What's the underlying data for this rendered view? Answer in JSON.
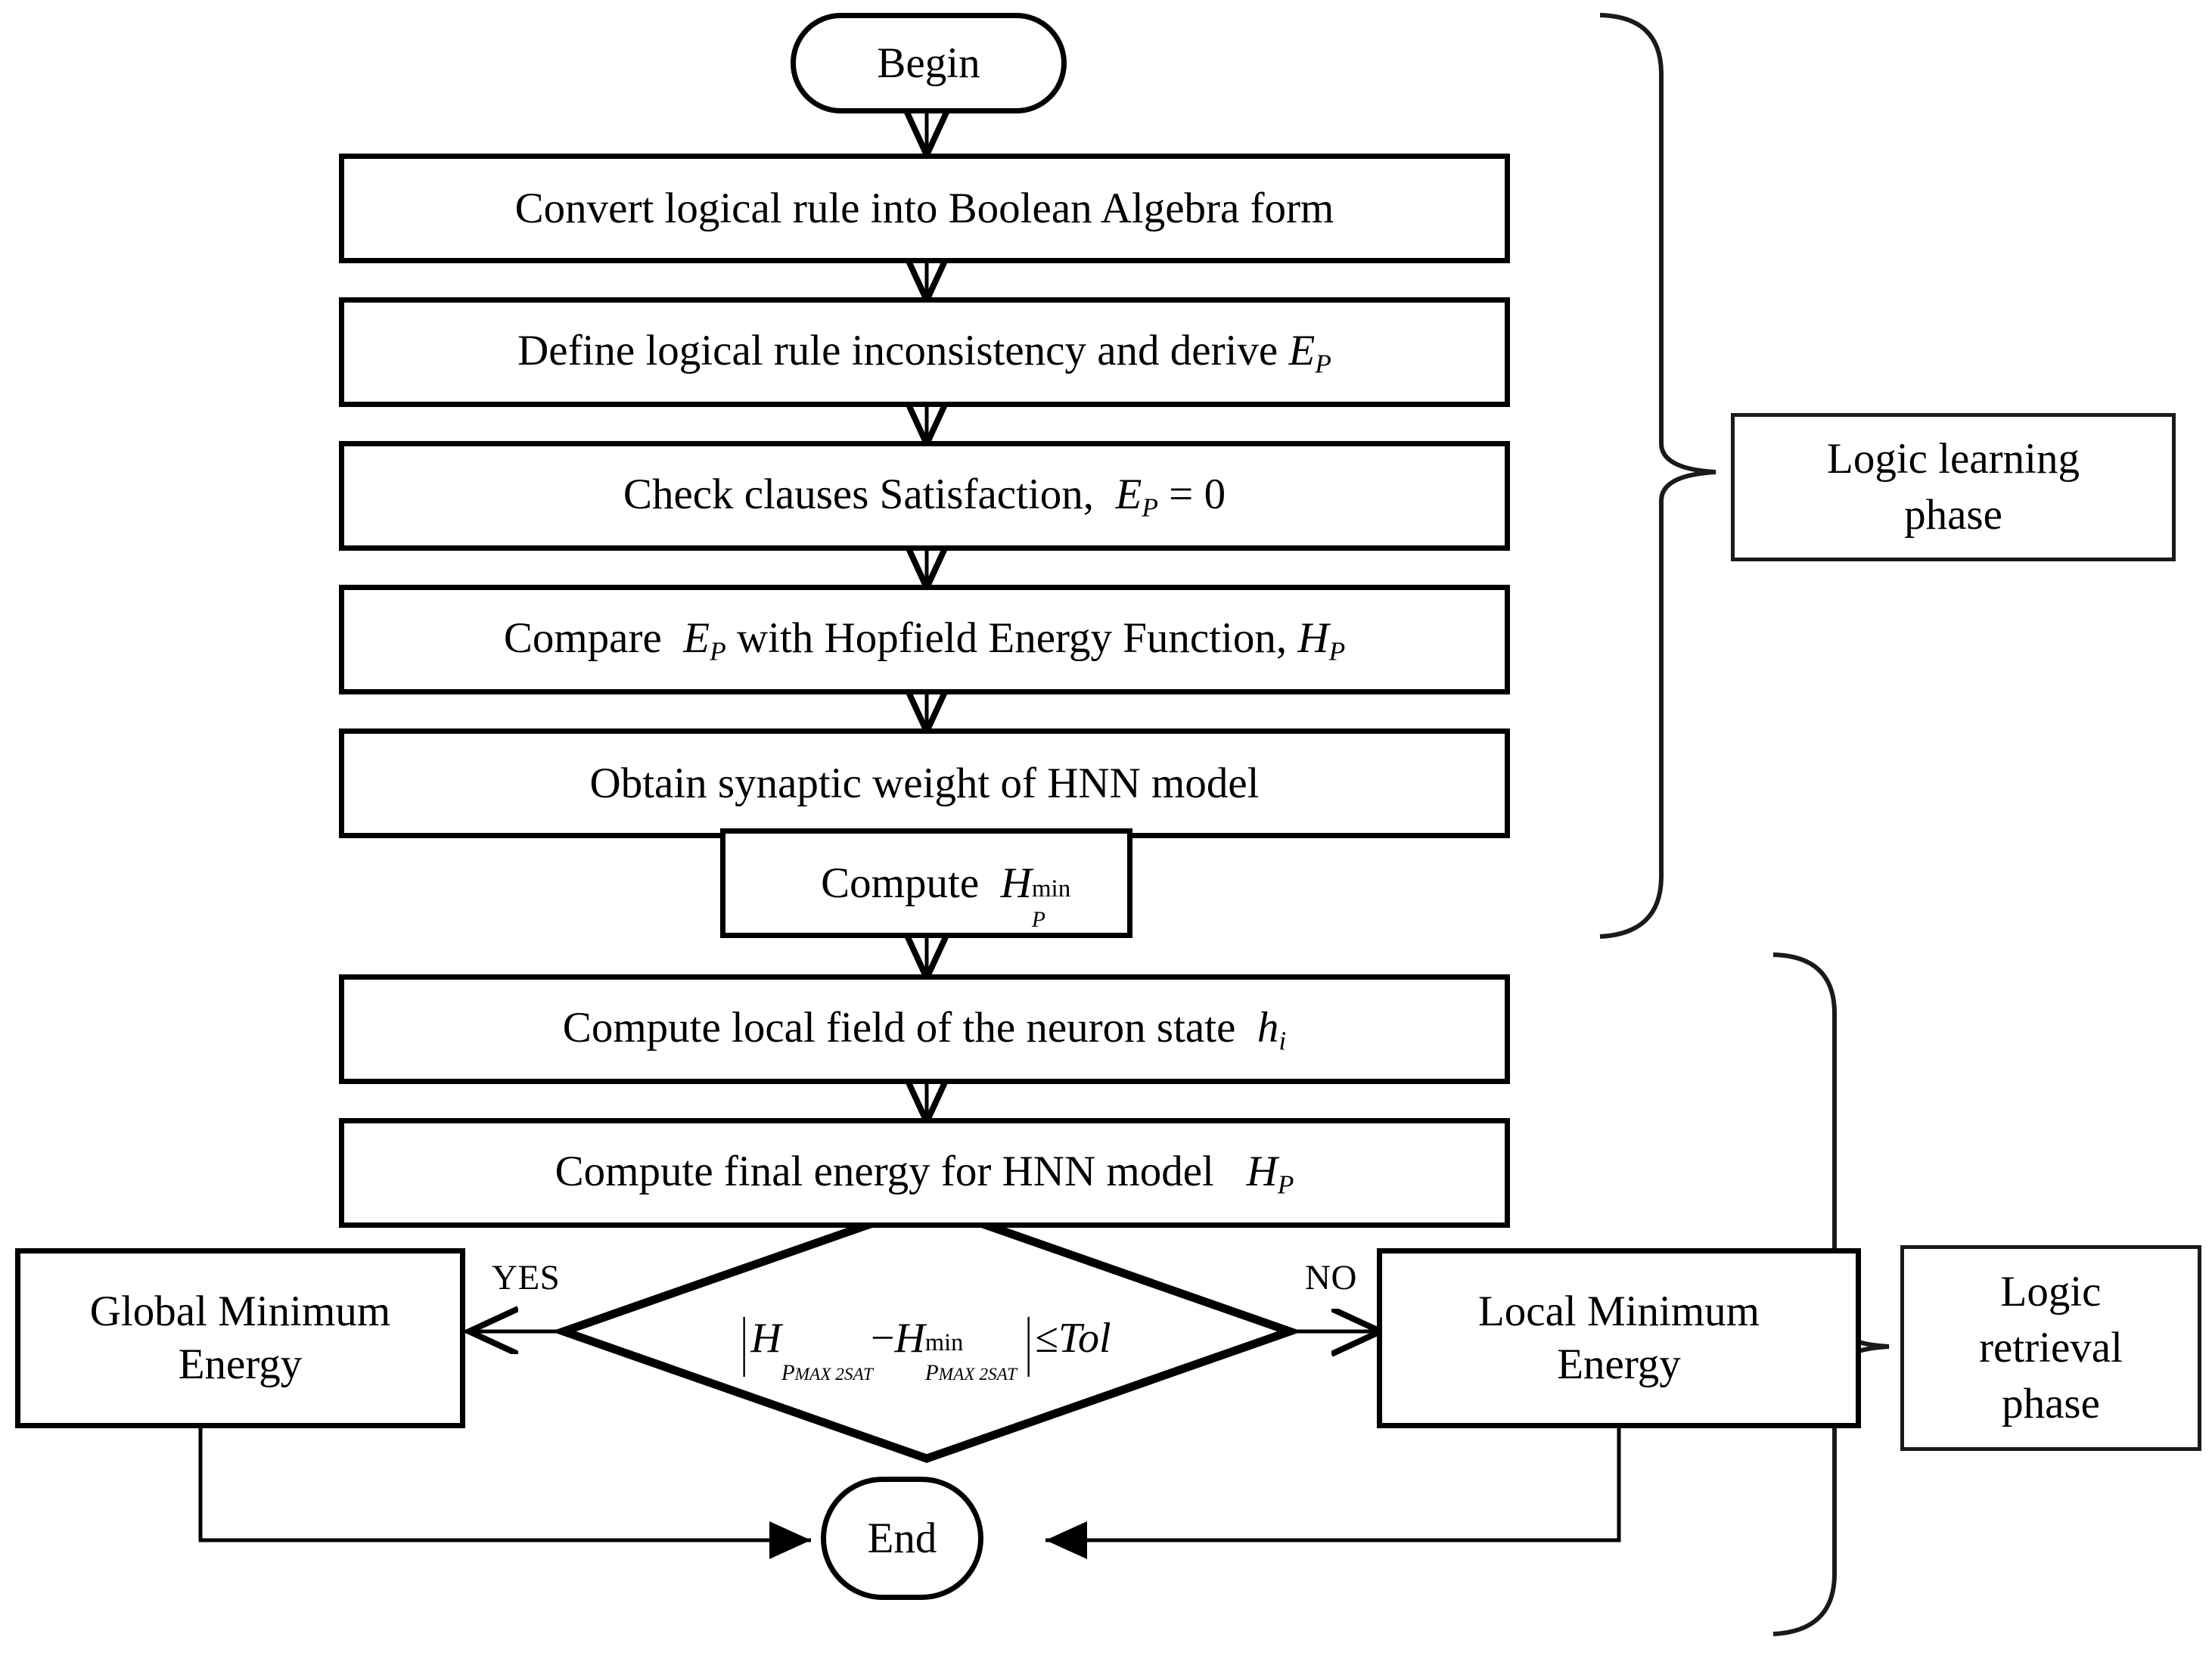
{
  "diagram": {
    "title": "HNN MAX2SAT logic learning and retrieval flowchart",
    "type": "flowchart",
    "colors": {
      "stroke": "#000000",
      "fill": "#ffffff",
      "text": "#000000"
    }
  },
  "nodes": {
    "begin": {
      "label": "Begin",
      "shape": "terminator"
    },
    "step1": {
      "label": "Convert logical rule into Boolean Algebra form",
      "shape": "process"
    },
    "step2": {
      "label_prefix": "Define logical rule inconsistency and derive",
      "symbol": "E",
      "symbol_sub": "P",
      "shape": "process"
    },
    "step3": {
      "label_prefix": "Check clauses Satisfaction,",
      "symbol": "E",
      "symbol_sub": "P",
      "relation": "= 0",
      "shape": "process"
    },
    "step4": {
      "label_prefix": "Compare",
      "symbol": "E",
      "symbol_sub": "P",
      "label_mid": "with Hopfield Energy Function,",
      "symbol2": "H",
      "symbol2_sub": "P",
      "shape": "process"
    },
    "step5": {
      "label": "Obtain synaptic weight of HNN model",
      "shape": "process"
    },
    "step6": {
      "label_prefix": "Compute",
      "symbol": "H",
      "symbol_sub": "P",
      "symbol_sup": "min",
      "shape": "process"
    },
    "step7": {
      "label_prefix": "Compute local field of the neuron state",
      "symbol": "h",
      "symbol_sub": "i",
      "shape": "process"
    },
    "step8": {
      "label_prefix": "Compute final energy for HNN model",
      "symbol": "H",
      "symbol_sub": "P",
      "shape": "process"
    },
    "decision": {
      "shape": "decision",
      "expression": "|H_{P_MAX2SAT} - H^min_{P_MAX2SAT}| <= Tol",
      "term1_symbol": "H",
      "term1_sub": "P",
      "term1_subsub": "MAX 2SAT",
      "operator": "−",
      "term2_symbol": "H",
      "term2_sup": "min",
      "term2_sub": "P",
      "term2_subsub": "MAX 2SAT",
      "relation": "≤",
      "bound": "Tol"
    },
    "global_min": {
      "label_line1": "Global Minimum",
      "label_line2": "Energy",
      "shape": "process"
    },
    "local_min": {
      "label_line1": "Local Minimum",
      "label_line2": "Energy",
      "shape": "process"
    },
    "end": {
      "label": "End",
      "shape": "terminator"
    }
  },
  "edge_labels": {
    "yes": "YES",
    "no": "NO"
  },
  "phases": [
    {
      "id": "learning",
      "lines": [
        "Logic learning",
        "phase"
      ]
    },
    {
      "id": "retrieval",
      "lines": [
        "Logic",
        "retrieval",
        "phase"
      ]
    }
  ]
}
